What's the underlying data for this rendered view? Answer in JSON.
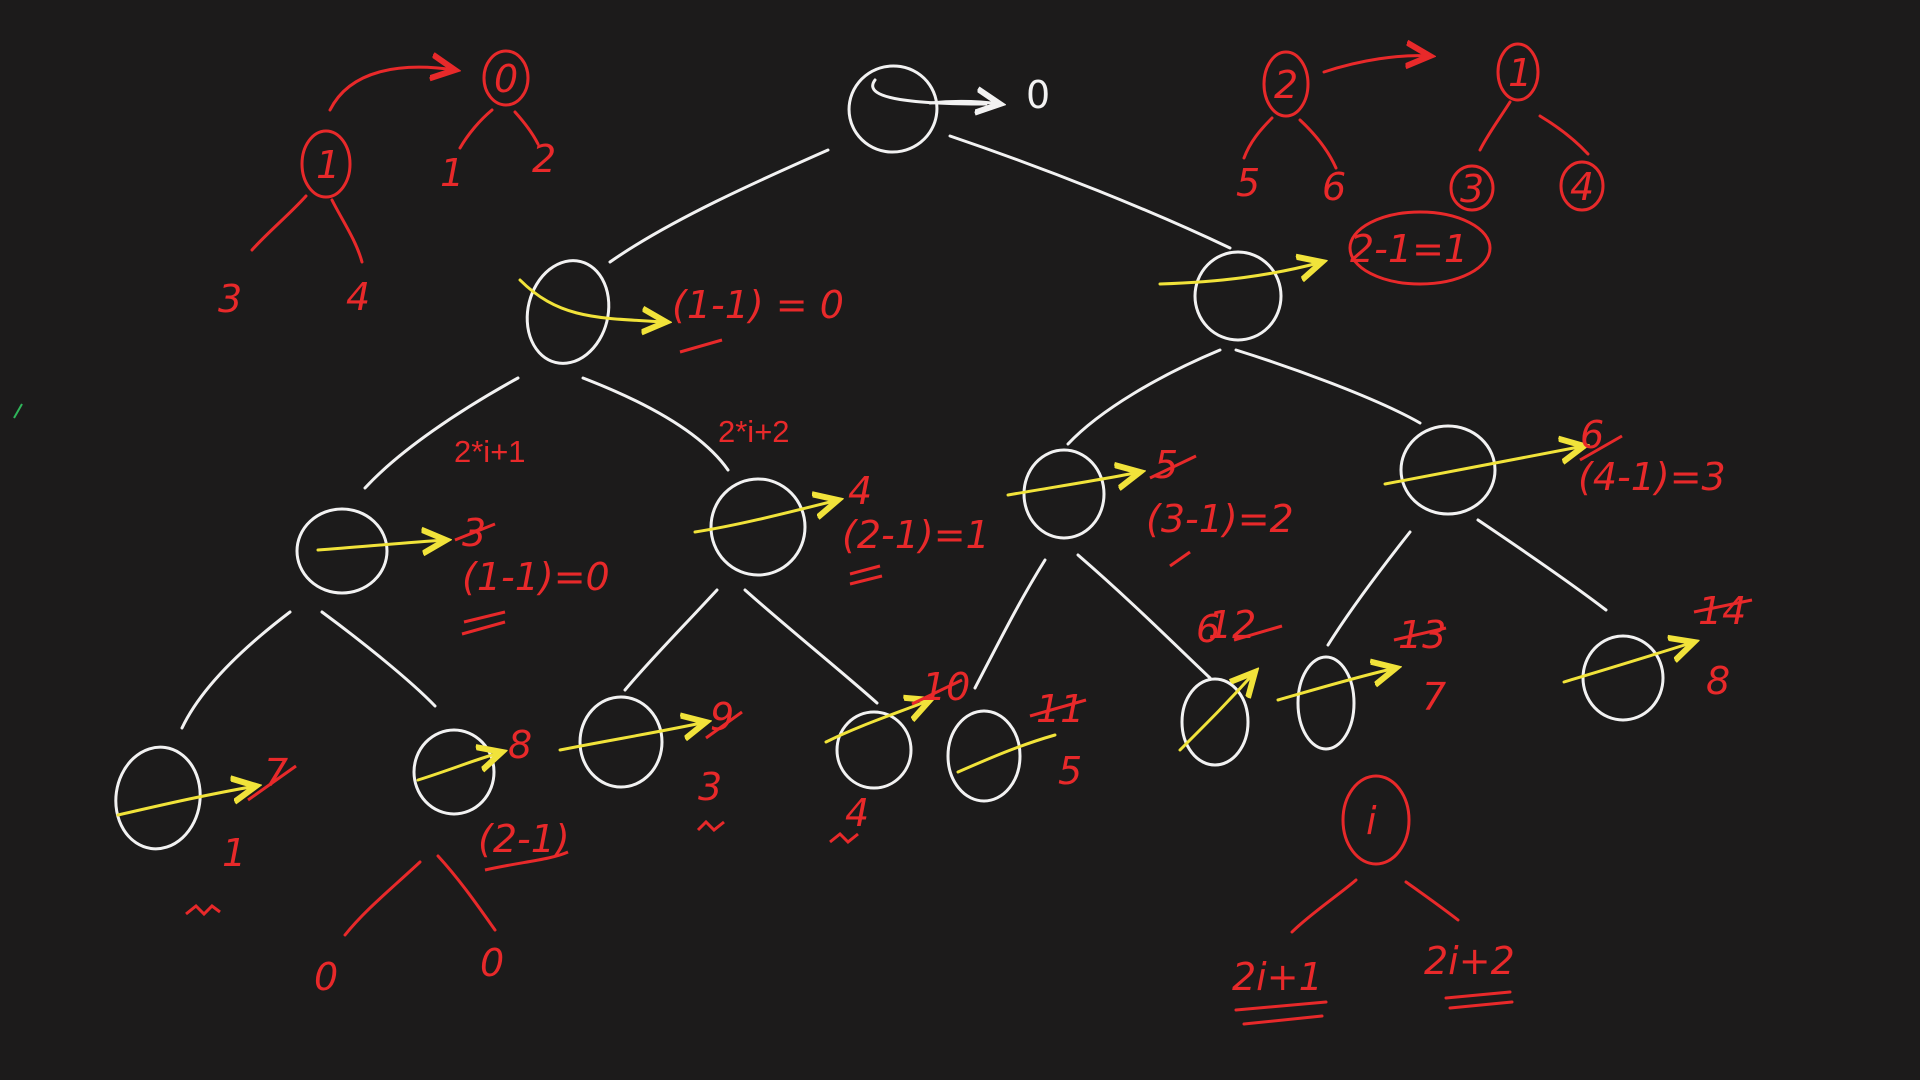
{
  "colors": {
    "background": "#1c1b1b",
    "tree": "#f2f2f2",
    "annotation": "#e8292a",
    "arrow": "#f1e33a"
  },
  "typed_labels": {
    "left_child": "2*i+1",
    "right_child": "2*i+2"
  },
  "main_tree": {
    "root_index": "0",
    "level1": {
      "left_result": "(1-1) = 0",
      "right_result": "2-1=1"
    },
    "level2": {
      "n3_index": "3",
      "n3_result": "(1-1)=0",
      "n4_index": "4",
      "n4_result": "(2-1)=1",
      "n5_index": "5",
      "n5_result": "(3-1)=2",
      "n6_index": "6",
      "n6_result": "(4-1)=3"
    },
    "level3": {
      "n7_index": "7",
      "n7_value": "1",
      "n8_index": "8",
      "n8_value": "(2-1)",
      "n9_index": "9",
      "n9_value": "3",
      "n10_index": "10",
      "n10_value": "4",
      "n11_index": "11",
      "n11_value": "5",
      "n12_index": "12",
      "n12_value": "6",
      "n13_index": "13",
      "n13_value": "7",
      "n14_index": "14",
      "n14_value": "8"
    },
    "below_n8": {
      "left": "0",
      "right": "0"
    }
  },
  "sketch_left": {
    "top": "0",
    "top_children": [
      "1",
      "2"
    ],
    "node": "1",
    "children": [
      "3",
      "4"
    ]
  },
  "sketch_right": {
    "node_a": "2",
    "node_a_children": [
      "5",
      "6"
    ],
    "node_b": "1",
    "node_b_children": [
      "3",
      "4"
    ]
  },
  "formula": {
    "node": "i",
    "left": "2i+1",
    "right": "2i+2"
  }
}
